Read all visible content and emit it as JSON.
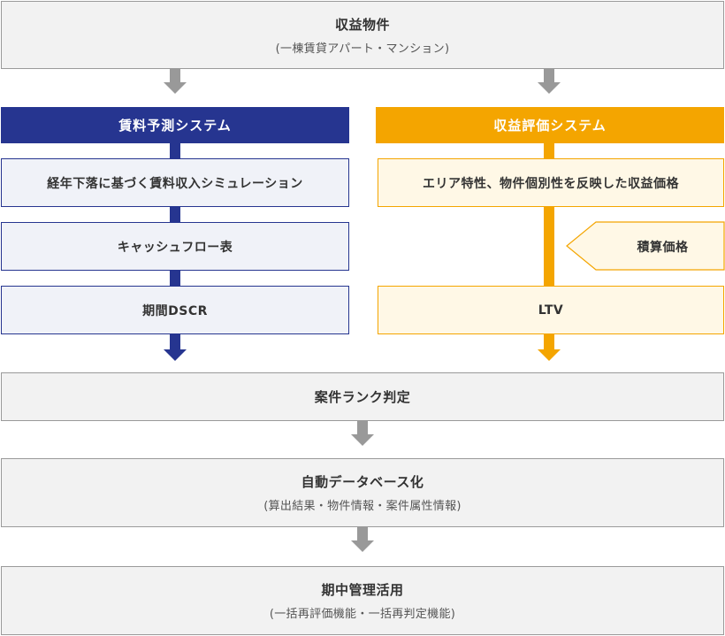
{
  "top": {
    "title": "収益物件",
    "subtitle": "(一棟賃貸アパート・マンション)"
  },
  "left": {
    "header": "賃料予測システム",
    "items": [
      "経年下落に基づく賃料収入シミュレーション",
      "キャッシュフロー表",
      "期間DSCR"
    ]
  },
  "right": {
    "header": "収益評価システム",
    "items": [
      "エリア特性、物件個別性を反映した収益価格",
      "LTV"
    ],
    "side_input": "積算価格"
  },
  "rank": {
    "title": "案件ランク判定"
  },
  "database": {
    "title": "自動データベース化",
    "subtitle": "(算出結果・物件情報・案件属性情報)"
  },
  "management": {
    "title": "期中管理活用",
    "subtitle": "(一括再評価機能・一括再判定機能)"
  },
  "colors": {
    "blue": "#263590",
    "orange": "#f4a500",
    "gray_arrow": "#999999",
    "gray_box": "#f2f2f2"
  }
}
